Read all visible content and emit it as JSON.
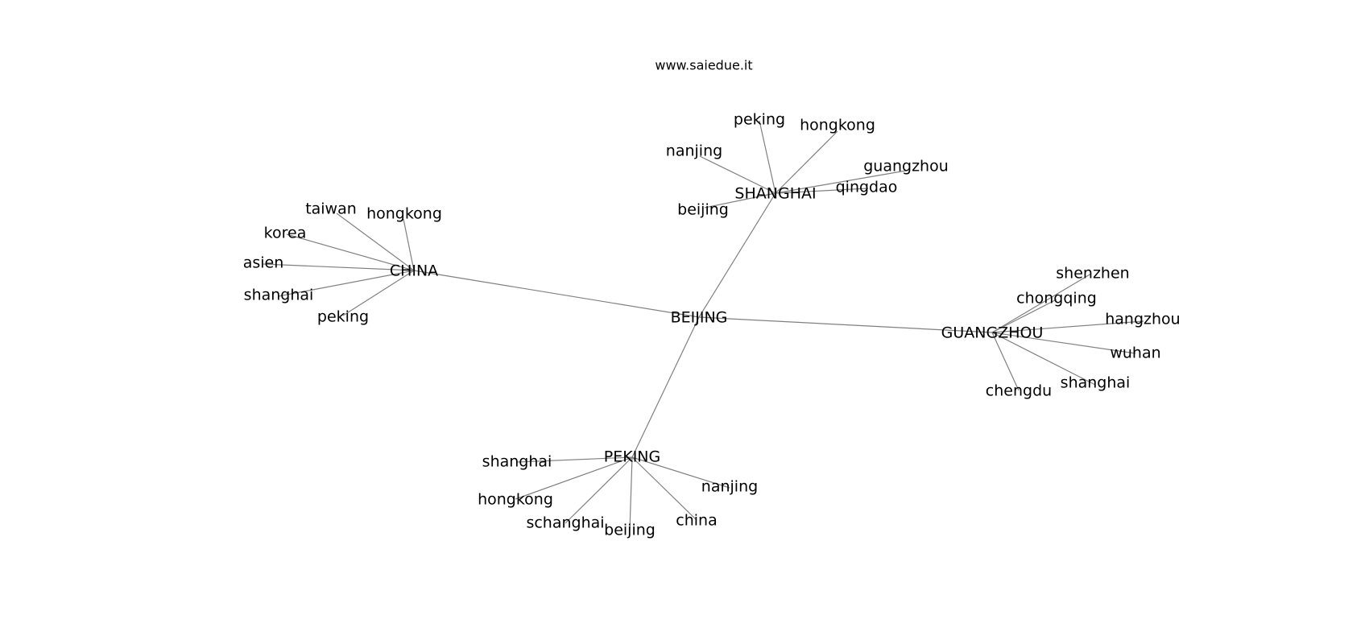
{
  "title": "www.saiedue.it",
  "graph": {
    "root": "BEIJING",
    "hubs": [
      {
        "label": "SHANGHAI",
        "children": [
          "peking",
          "hongkong",
          "nanjing",
          "guangzhou",
          "qingdao",
          "beijing"
        ]
      },
      {
        "label": "CHINA",
        "children": [
          "taiwan",
          "hongkong",
          "korea",
          "asien",
          "shanghai",
          "peking"
        ]
      },
      {
        "label": "GUANGZHOU",
        "children": [
          "shenzhen",
          "chongqing",
          "hangzhou",
          "wuhan",
          "shanghai",
          "chengdu"
        ]
      },
      {
        "label": "PEKING",
        "children": [
          "shanghai",
          "hongkong",
          "schanghai",
          "beijing",
          "china",
          "nanjing"
        ]
      }
    ]
  },
  "colors": {
    "edge": "#808080",
    "text": "#000000",
    "background": "#ffffff"
  }
}
